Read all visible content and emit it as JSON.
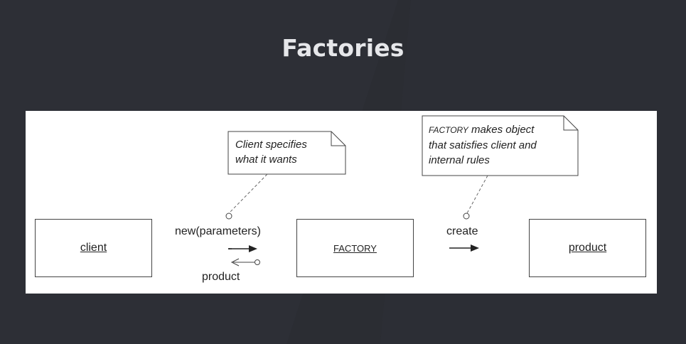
{
  "slide": {
    "title": "Factories"
  },
  "diagram": {
    "boxes": {
      "client": "client",
      "factory": "FACTORY",
      "product": "product"
    },
    "notes": {
      "client_note_line1": "Client specifies",
      "client_note_line2": "what it wants",
      "factory_note_line1_caps": "FACTORY",
      "factory_note_line1_rest": " makes object",
      "factory_note_line2": "that satisfies client and",
      "factory_note_line3": "internal rules"
    },
    "messages": {
      "request": "new(parameters)",
      "response": "product",
      "create": "create"
    }
  }
}
